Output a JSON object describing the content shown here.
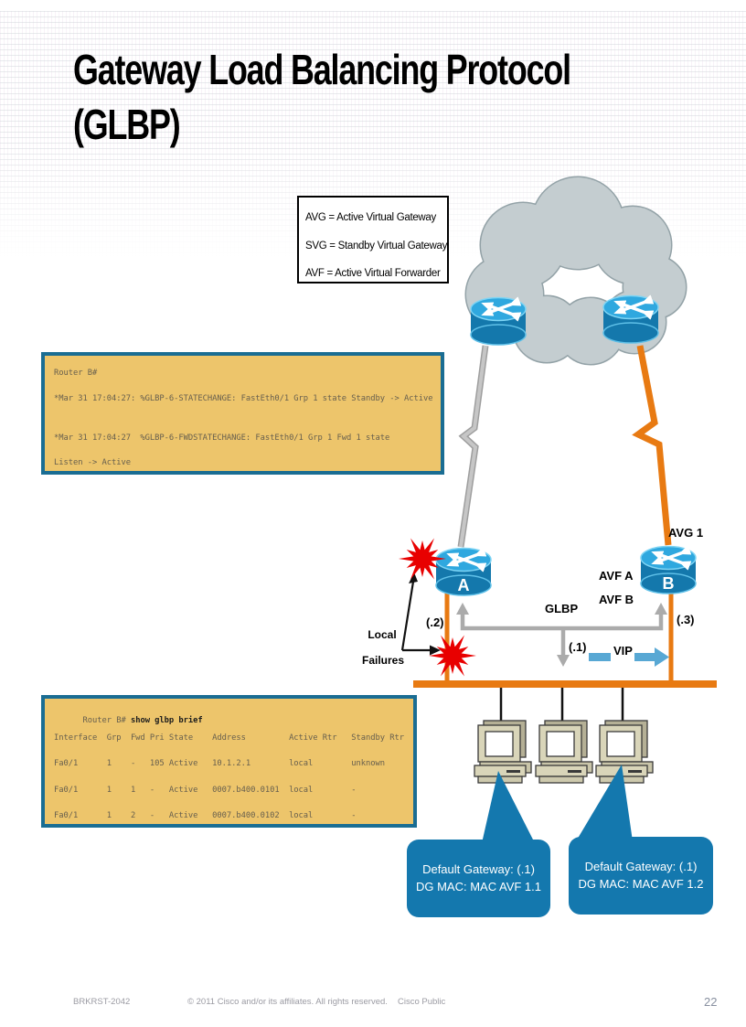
{
  "slide": {
    "title_line1": "Gateway Load Balancing Protocol",
    "title_line2": "(GLBP)",
    "page_number": "22"
  },
  "legend": {
    "items": [
      "AVG = Active Virtual Gateway",
      "SVG = Standby Virtual Gateway",
      "AVF = Active Virtual Forwarder"
    ]
  },
  "console_state_change": {
    "lines": [
      "Router B#",
      "*Mar 31 17:04:27: %GLBP-6-STATECHANGE: FastEth0/1 Grp 1 state Standby -> Active",
      "*Mar 31 17:04:27  %GLBP-6-FWDSTATECHANGE: FastEth0/1 Grp 1 Fwd 1 state",
      "Listen -> Active"
    ]
  },
  "console_glbp_brief": {
    "prompt": "Router B# ",
    "command": "show glbp brief",
    "table_lines": [
      "Interface  Grp  Fwd Pri State    Address         Active Rtr   Standby Rtr",
      "Fa0/1      1    -   105 Active   10.1.2.1        local        unknown",
      "Fa0/1      1    1   -   Active   0007.b400.0101  local        -",
      "Fa0/1      1    2   -   Active   0007.b400.0102  local        -"
    ]
  },
  "diagram": {
    "router_a_label": "A",
    "router_b_label": "B",
    "avg_label": "AVG 1",
    "avf_a_label": "AVF A",
    "avf_b_label": "AVF B",
    "glbp_label": "GLBP",
    "ip_dot1": "(.1)",
    "ip_dot2": "(.2)",
    "ip_dot3": "(.3)",
    "vip_label": "VIP",
    "local_failures_line1": "Local",
    "local_failures_line2": "Failures",
    "callout_left": {
      "line1": "Default Gateway: (.1)",
      "line2": "DG MAC: MAC AVF 1.1"
    },
    "callout_right": {
      "line1": "Default Gateway: (.1)",
      "line2": "DG MAC: MAC AVF 1.2"
    },
    "colors": {
      "orange": "#E87A12",
      "router_body_blue": "#1478AC",
      "router_top_blue": "#2FA8DF",
      "callout_blue": "#1478AE",
      "cloud_fill": "#C4CDD0",
      "starburst_red": "#E80000",
      "console_bg": "#EDC56B",
      "console_border": "#1A6D93",
      "vip_blue": "#58A8D4",
      "link_gray": "#C0C0C0"
    }
  },
  "footer": {
    "left": "BRKRST-2042",
    "copyright": "© 2011 Cisco and/or its affiliates. All rights reserved.",
    "classification": "Cisco Public"
  }
}
